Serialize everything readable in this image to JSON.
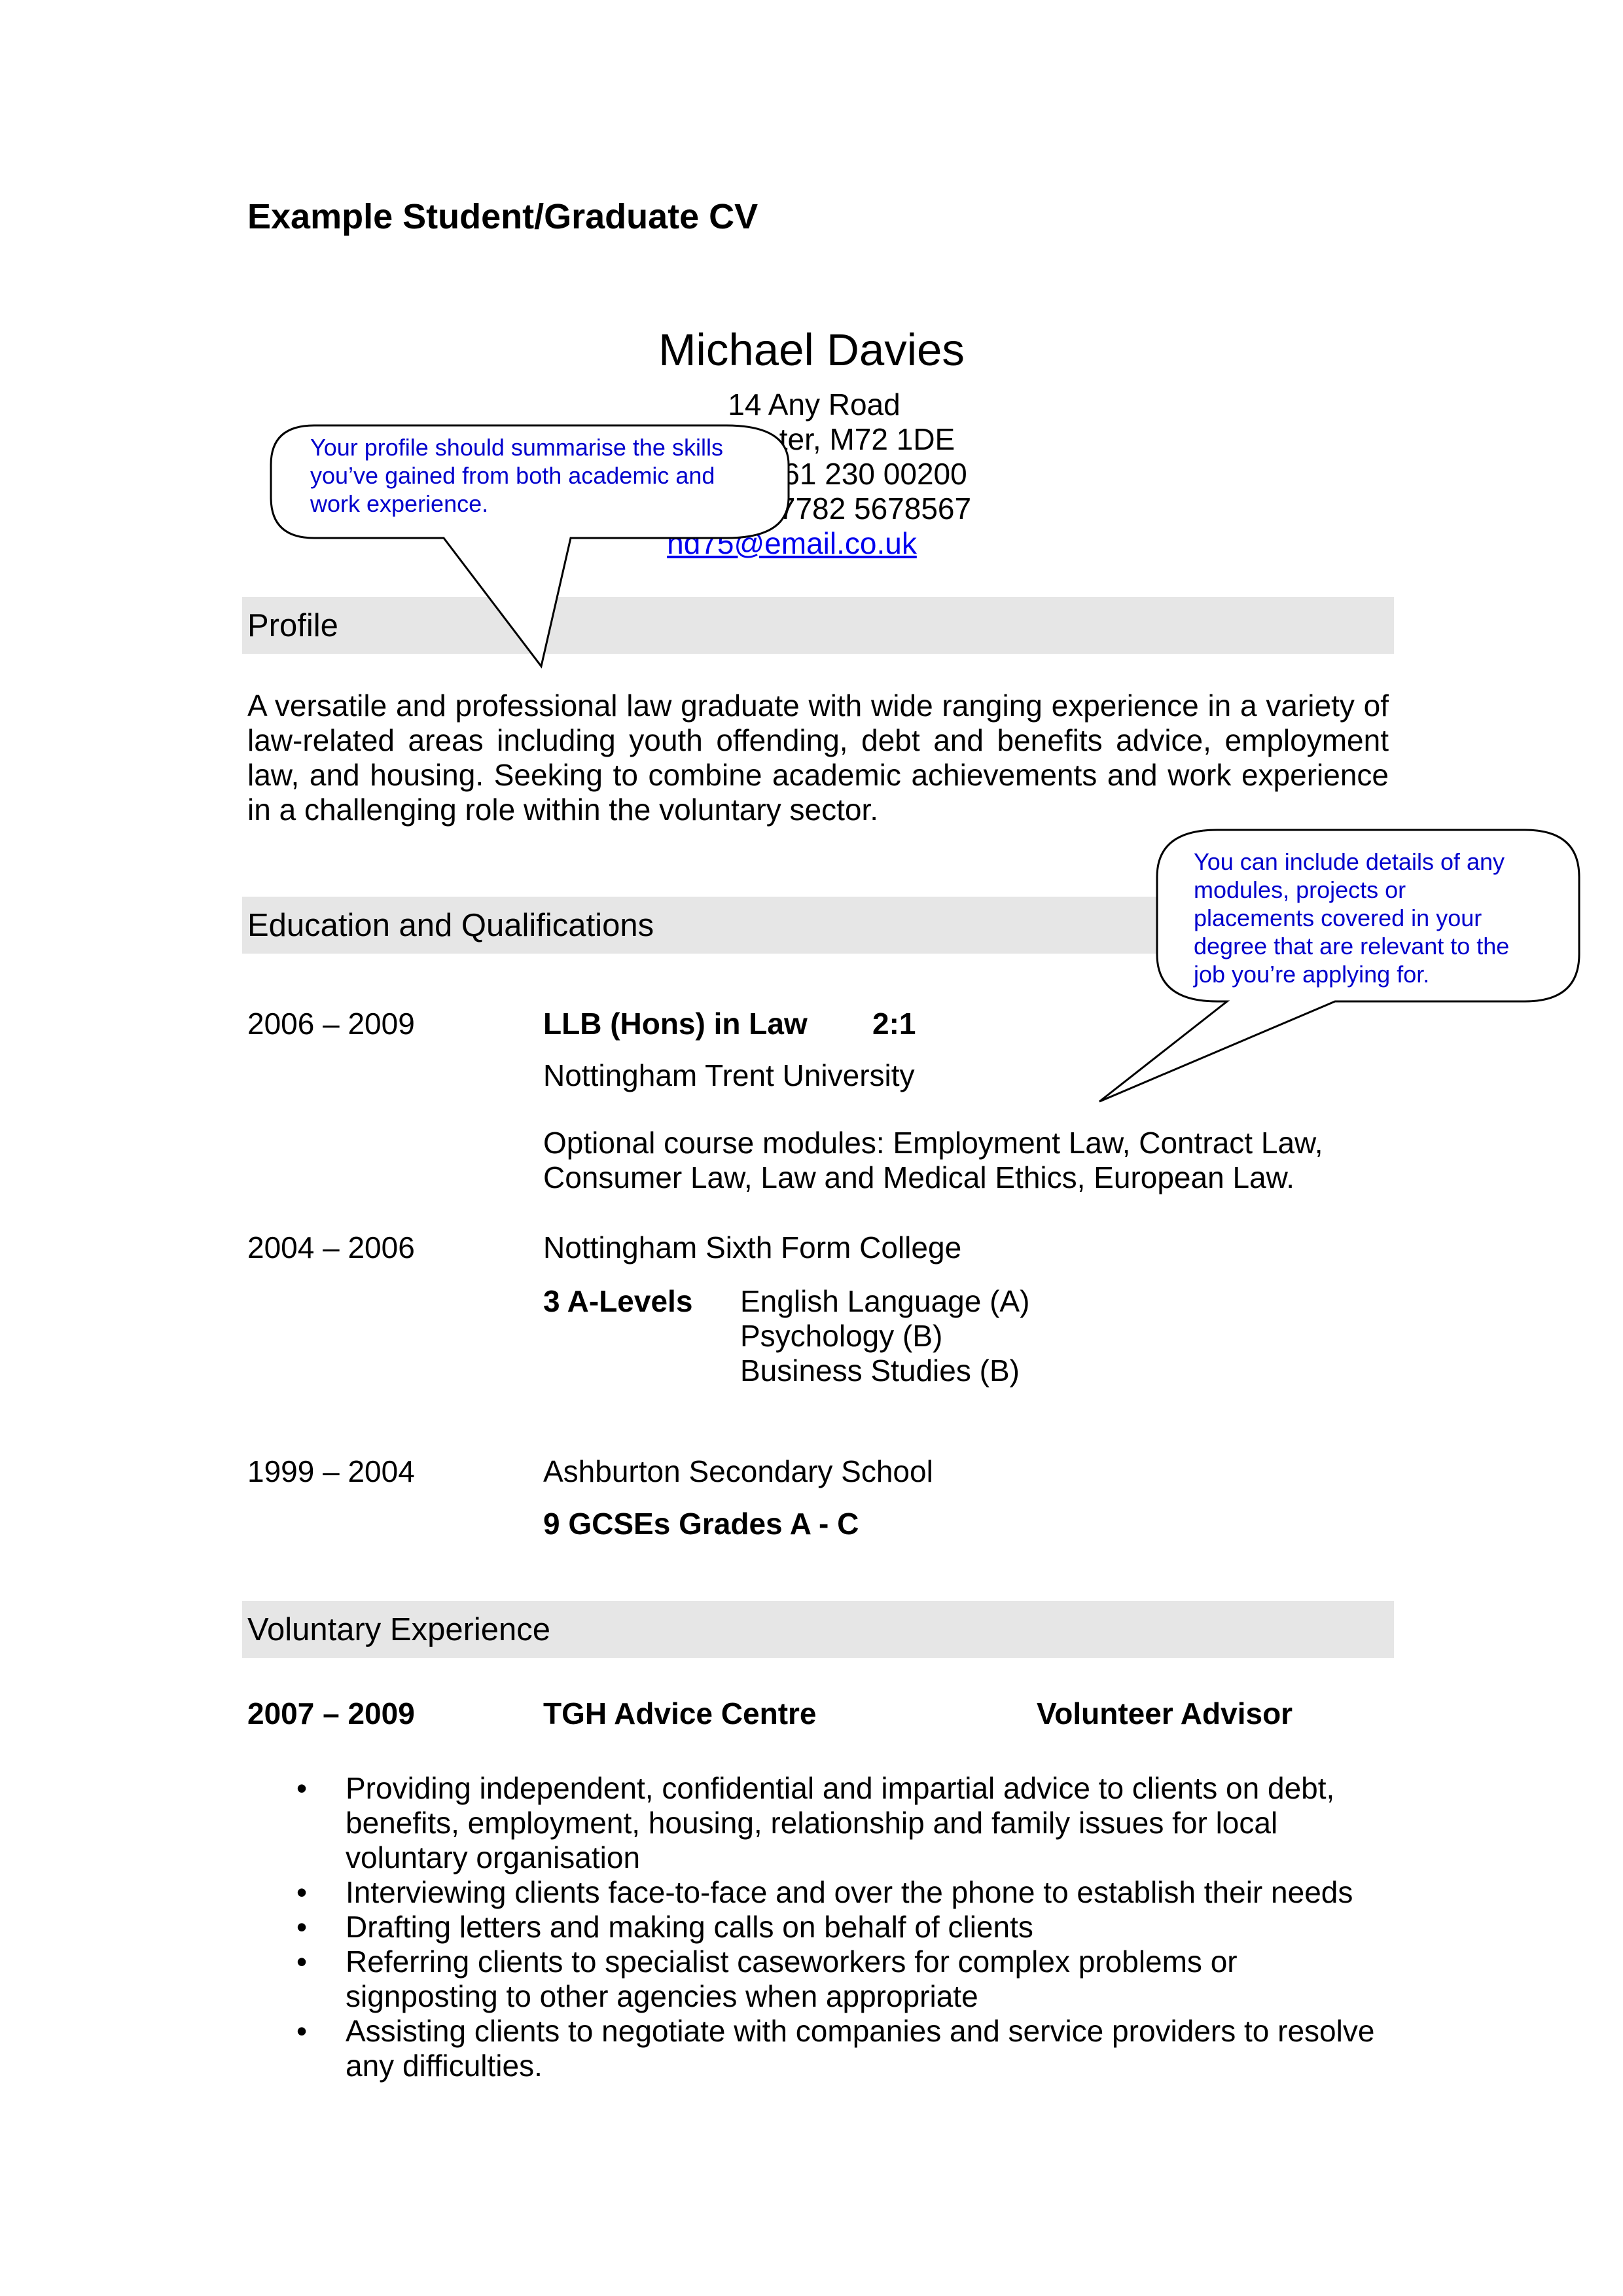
{
  "document": {
    "title": "Example Student/Graduate CV"
  },
  "contact": {
    "name": "Michael Davies",
    "line1": "14 Any Road",
    "line2": "ter, M72 1DE",
    "line3": "61 230 00200",
    "line4": "7782 5678567",
    "email": "nd75@email.co.uk"
  },
  "callouts": {
    "profile_tip": [
      "Your profile should summarise the skills",
      "you’ve gained from both academic and",
      "work experience."
    ],
    "modules_tip": [
      "You can include details of any",
      "modules, projects or",
      "placements covered in your",
      "degree that are relevant to the",
      "job you’re applying for."
    ]
  },
  "profile": {
    "heading": "Profile",
    "text": "A versatile and professional law graduate with wide ranging experience in a variety of law-related areas including youth offending, debt and benefits advice, employment law, and housing. Seeking to combine academic achievements and work experience in a challenging role within the voluntary sector."
  },
  "education": {
    "heading": "Education and Qualifications",
    "entries": [
      {
        "dates": "2006 – 2009",
        "degree": "LLB (Hons) in Law",
        "grade": "2:1",
        "institution": "Nottingham Trent University",
        "modules_line1": "Optional course modules:  Employment Law, Contract Law,",
        "modules_line2": "Consumer Law, Law and Medical Ethics, European Law."
      },
      {
        "dates": "2004 – 2006",
        "institution": "Nottingham Sixth Form College",
        "qualification": "3 A-Levels",
        "subjects": [
          "English Language (A)",
          "Psychology (B)",
          "Business Studies (B)"
        ]
      },
      {
        "dates": "1999 – 2004",
        "institution": "Ashburton Secondary School",
        "qualification": "9 GCSEs Grades A - C"
      }
    ]
  },
  "voluntary": {
    "heading": "Voluntary Experience",
    "dates": "2007 – 2009",
    "organisation": "TGH Advice Centre",
    "role": "Volunteer Advisor",
    "bullets": [
      "Providing independent, confidential and impartial advice to clients on debt, benefits, employment, housing, relationship and family issues for local voluntary organisation",
      "Interviewing clients face-to-face and over the phone to establish their needs",
      "Drafting letters and making calls on behalf of clients",
      "Referring clients to specialist caseworkers for complex problems or signposting to other agencies when appropriate",
      "Assisting clients to negotiate with companies and service providers to resolve any difficulties."
    ]
  }
}
